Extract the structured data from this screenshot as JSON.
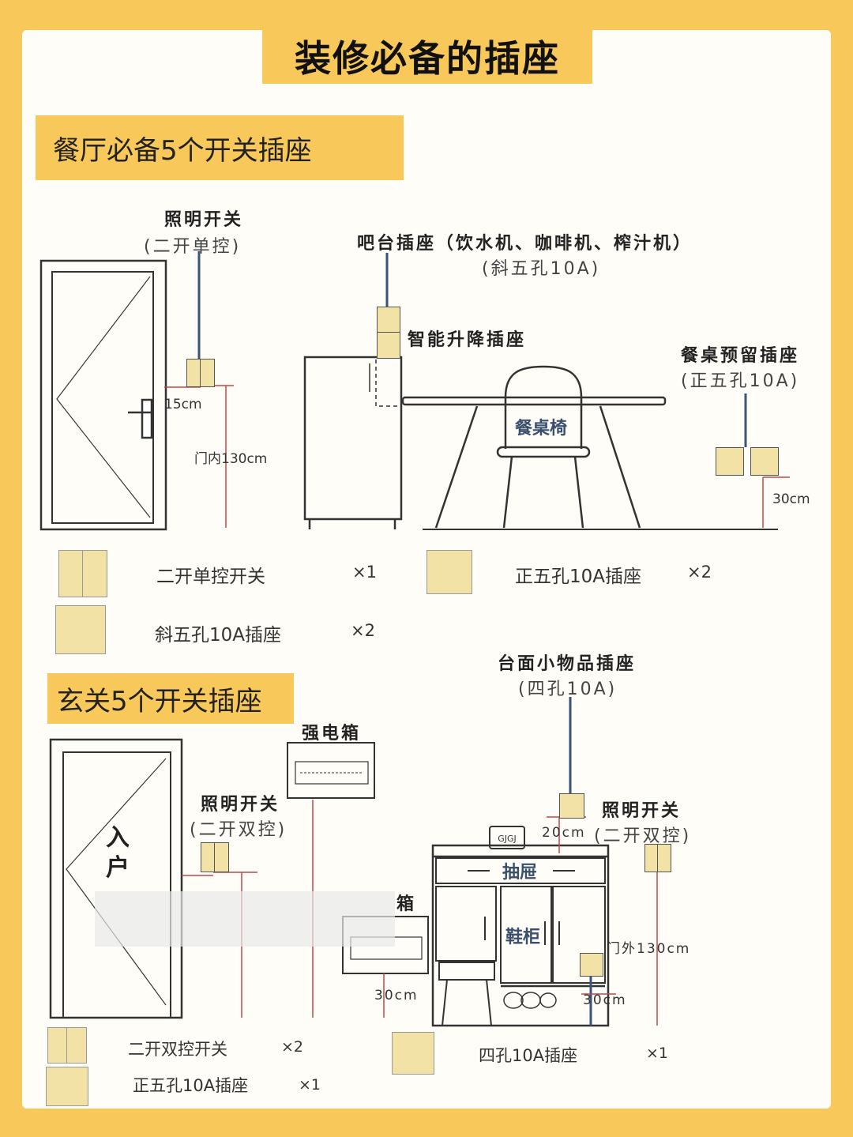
{
  "title": "装修必备的插座",
  "dining": {
    "heading": "餐厅必备5个开关插座",
    "switch_label": "照明开关",
    "switch_sub": "(二开单控)",
    "bar_label": "吧台插座（饮水机、咖啡机、榨汁机）",
    "bar_sub": "(斜五孔10A)",
    "smart_label": "智能升降插座",
    "table_label": "餐桌预留插座",
    "table_sub": "(正五孔10A)",
    "chair_label": "餐桌椅",
    "dim_15": "15cm",
    "dim_door130": "门内130cm",
    "dim_30": "30cm",
    "legend": [
      {
        "name": "二开单控开关",
        "qty": "×1",
        "icon": "double-switch-icon"
      },
      {
        "name": "斜五孔10A插座",
        "qty": "×2",
        "icon": "slanted-five-hole-socket-icon"
      },
      {
        "name": "正五孔10A插座",
        "qty": "×2",
        "icon": "five-hole-socket-icon"
      }
    ]
  },
  "entry": {
    "heading": "玄关5个开关插座",
    "power_box": "强电箱",
    "weak_box_partial": "箱",
    "door_text": "入户",
    "switch_label_left": "照明开关",
    "switch_sub_left": "(二开双控)",
    "counter_label": "台面小物品插座",
    "counter_sub": "(四孔10A)",
    "dim_20": "20cm",
    "switch_label_right": "照明开关",
    "switch_sub_right": "(二开双控)",
    "drawer": "抽屉",
    "shoe_cabinet": "鞋柜",
    "dim_door_out": "门外130cm",
    "dim_30_left": "30cm",
    "dim_30_right": "30cm",
    "legend": [
      {
        "name": "二开双控开关",
        "qty": "×2",
        "icon": "double-switch-icon"
      },
      {
        "name": "正五孔10A插座",
        "qty": "×1",
        "icon": "five-hole-socket-icon"
      },
      {
        "name": "四孔10A插座",
        "qty": "×1",
        "icon": "four-hole-socket-icon"
      }
    ]
  },
  "colors": {
    "accent": "#f8c95a",
    "line_blue": "#3a5478",
    "dim_red": "#c0474b",
    "socket_fill": "#f3e2a6"
  }
}
